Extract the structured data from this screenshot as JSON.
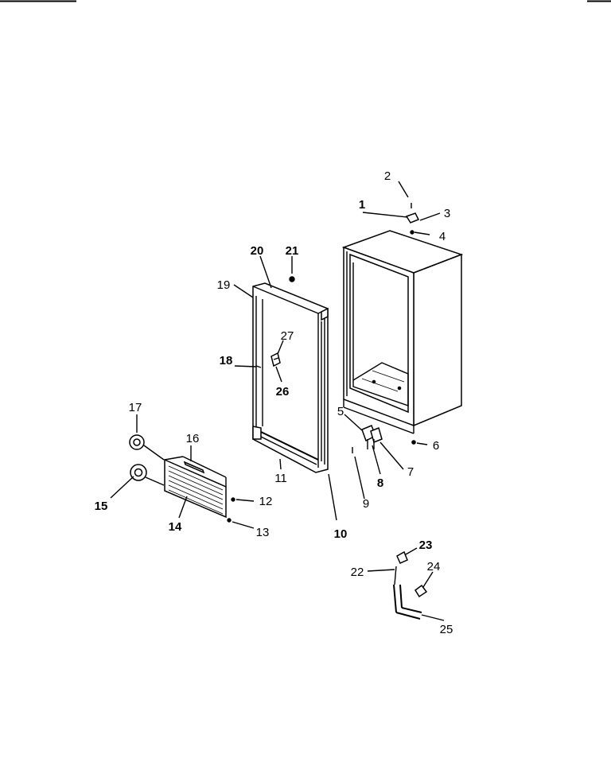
{
  "callouts": [
    {
      "id": "1",
      "text": "1",
      "bold": true
    },
    {
      "id": "2",
      "text": "2",
      "bold": false
    },
    {
      "id": "3",
      "text": "3",
      "bold": false
    },
    {
      "id": "4",
      "text": "4",
      "bold": false
    },
    {
      "id": "5",
      "text": "5",
      "bold": false
    },
    {
      "id": "6",
      "text": "6",
      "bold": false
    },
    {
      "id": "7",
      "text": "7",
      "bold": false
    },
    {
      "id": "8",
      "text": "8",
      "bold": true
    },
    {
      "id": "9",
      "text": "9",
      "bold": false
    },
    {
      "id": "10",
      "text": "10",
      "bold": true
    },
    {
      "id": "11",
      "text": "11",
      "bold": false
    },
    {
      "id": "12",
      "text": "12",
      "bold": false
    },
    {
      "id": "13",
      "text": "13",
      "bold": false
    },
    {
      "id": "14",
      "text": "14",
      "bold": true
    },
    {
      "id": "15",
      "text": "15",
      "bold": true
    },
    {
      "id": "16",
      "text": "16",
      "bold": false
    },
    {
      "id": "17",
      "text": "17",
      "bold": false
    },
    {
      "id": "18",
      "text": "18",
      "bold": true
    },
    {
      "id": "19",
      "text": "19",
      "bold": false
    },
    {
      "id": "20",
      "text": "20",
      "bold": true
    },
    {
      "id": "21",
      "text": "21",
      "bold": true
    },
    {
      "id": "22",
      "text": "22",
      "bold": false
    },
    {
      "id": "23",
      "text": "23",
      "bold": true
    },
    {
      "id": "24",
      "text": "24",
      "bold": false
    },
    {
      "id": "25",
      "text": "25",
      "bold": false
    },
    {
      "id": "26",
      "text": "26",
      "bold": true
    },
    {
      "id": "27",
      "text": "27",
      "bold": false
    }
  ]
}
